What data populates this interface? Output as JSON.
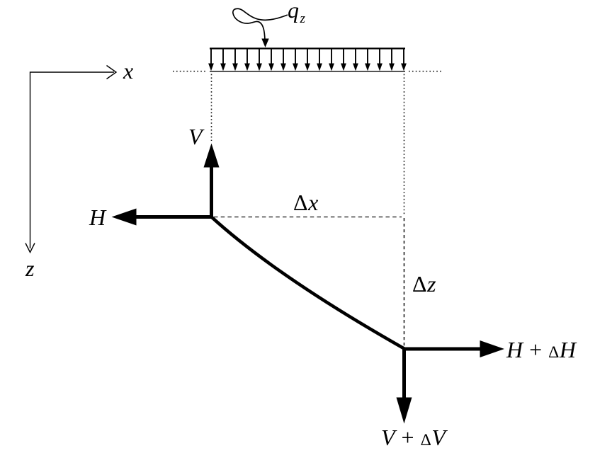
{
  "labels": {
    "x_axis": "x",
    "z_axis": "z",
    "q_base": "q",
    "q_sub": "z",
    "v_left": "V",
    "h_left": "H",
    "delta_x": "Δx",
    "delta_z": "Δz",
    "h_right": "H + ΔH",
    "v_right": "V + ΔV"
  },
  "load": {
    "arrow_count": 17
  },
  "colors": {
    "ink": "#000000",
    "dashed_line": "#3d3d3d",
    "dotted_line": "#1f1f1f",
    "background": "#ffffff"
  }
}
